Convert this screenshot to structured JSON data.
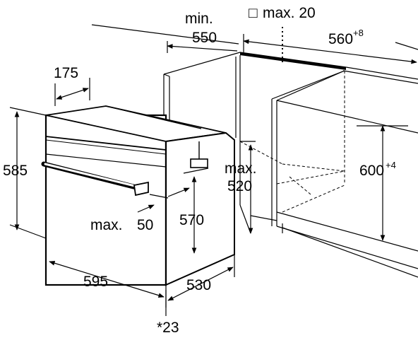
{
  "dimensions": {
    "cabinet_depth_min": {
      "prefix": "min.",
      "value": "550"
    },
    "max_20": {
      "box_symbol": "□",
      "text": "max. 20"
    },
    "cutout_depth": {
      "value": "560",
      "sup": "+8"
    },
    "oven_depth_top": "175",
    "oven_height": "585",
    "niche_height": {
      "value": "600",
      "sup": "+4"
    },
    "max_520": {
      "line1": "max.",
      "line2": "520"
    },
    "inner_height": "570",
    "max_50": {
      "prefix": "max.",
      "value": "50"
    },
    "oven_width": "595",
    "oven_depth": "530",
    "footnote": "*23"
  }
}
